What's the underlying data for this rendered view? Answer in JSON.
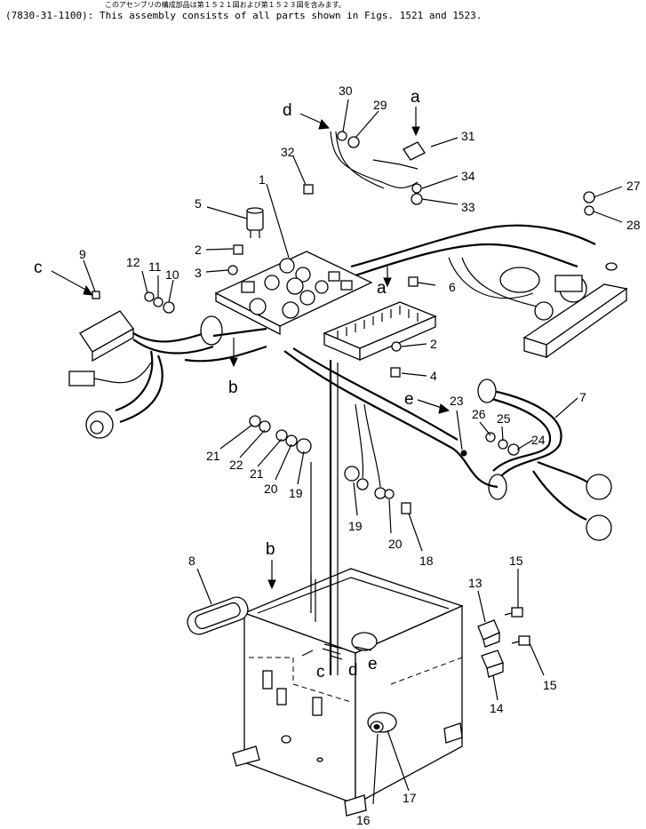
{
  "header": {
    "japanese_note": "このアセンブリの構成部品は第１５２１図および第１５２３図を含みます。",
    "english_note": "(7830-31-1100): This assembly consists of all parts shown in Figs. 1521 and 1523."
  },
  "callouts": {
    "c1": "1",
    "c2a": "2",
    "c2b": "2",
    "c3": "3",
    "c4": "4",
    "c5": "5",
    "c6": "6",
    "c7": "7",
    "c8": "8",
    "c9": "9",
    "c10": "10",
    "c11": "11",
    "c12": "12",
    "c13": "13",
    "c14": "14",
    "c15a": "15",
    "c15b": "15",
    "c16": "16",
    "c17": "17",
    "c18": "18",
    "c19a": "19",
    "c19b": "19",
    "c20a": "20",
    "c20b": "20",
    "c21a": "21",
    "c21b": "21",
    "c22": "22",
    "c23": "23",
    "c24": "24",
    "c25": "25",
    "c26": "26",
    "c27": "27",
    "c28": "28",
    "c29": "29",
    "c30": "30",
    "c31": "31",
    "c32": "32",
    "c33": "33",
    "c34": "34"
  },
  "connection_letters": {
    "a_top": "a",
    "a_mid": "a",
    "b_left": "b",
    "b_box": "b",
    "c_left": "c",
    "c_box": "c",
    "d_top": "d",
    "d_box": "d",
    "e_mid": "e",
    "e_box": "e"
  },
  "colors": {
    "ink": "#000000",
    "paper": "#ffffff"
  }
}
